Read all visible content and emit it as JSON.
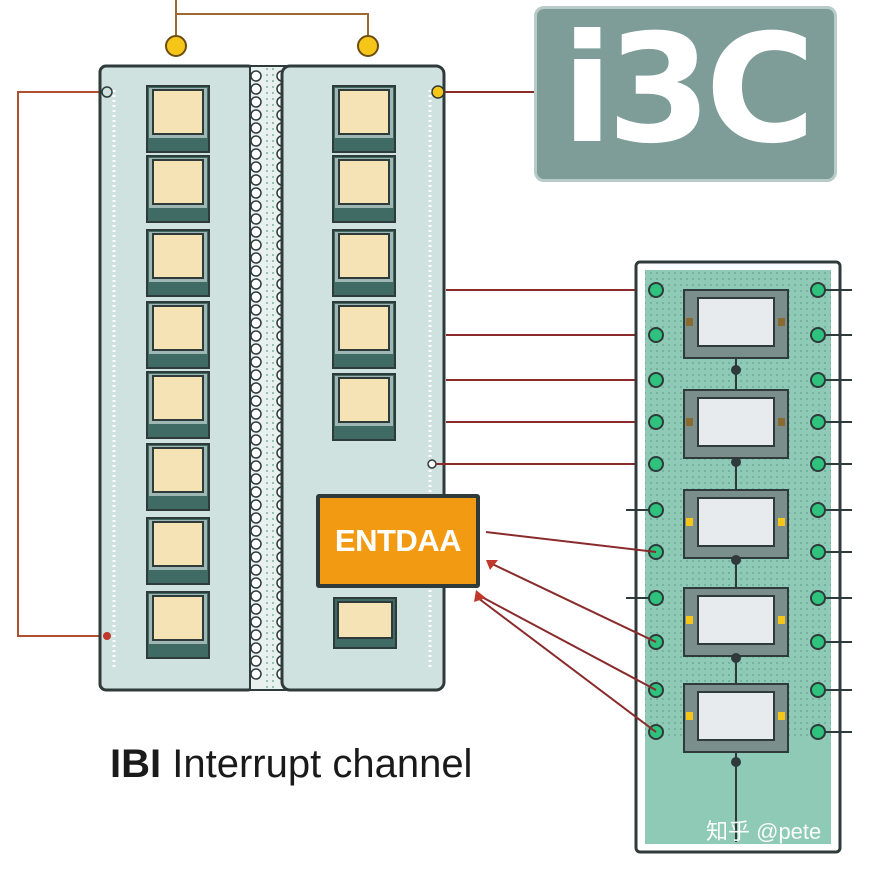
{
  "logo": {
    "text": "i3C"
  },
  "command_box": {
    "label": "ENTDAA"
  },
  "caption": {
    "bold": "IBI",
    "rest": "Interrupt channel"
  },
  "watermark": {
    "text": "知乎 @pete"
  },
  "colors": {
    "board_fill": "#cfe2df",
    "board_stroke": "#2f3a3a",
    "chip_fill": "#f6e3b5",
    "chip_base": "#3f6b64",
    "wire": "#9c3b2e",
    "pin_green": "#2ec27e",
    "pin_yellow": "#f5c518",
    "logo_bg": "#7e9c98",
    "command_fill": "#f29a12",
    "device_panel": "#8fcab7",
    "device_chip": "#e8ebee"
  },
  "icons": [
    "connector-pin-icon",
    "chip-icon",
    "arrow-head-icon"
  ]
}
